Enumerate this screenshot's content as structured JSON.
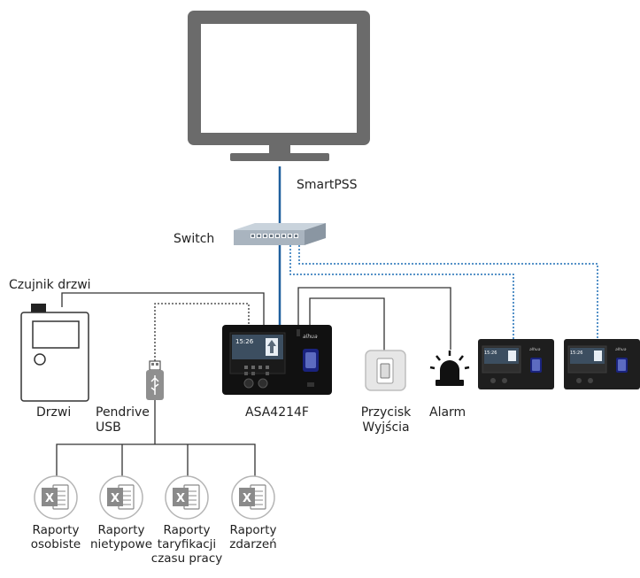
{
  "labels": {
    "smartpss": "SmartPSS",
    "switch": "Switch",
    "door_sensor": "Czujnik drzwi",
    "door": "Drzwi",
    "pendrive_line1": "Pendrive",
    "pendrive_line2": "USB",
    "device": "ASA4214F",
    "exit_button_line1": "Przycisk",
    "exit_button_line2": "Wyjścia",
    "alarm": "Alarm"
  },
  "device_screen_time": "15:26",
  "brand": "alhua",
  "excel_icon_letter": "X",
  "reports": [
    {
      "line1": "Raporty",
      "line2": "osobiste",
      "line3": ""
    },
    {
      "line1": "Raporty",
      "line2": "nietypowe",
      "line3": ""
    },
    {
      "line1": "Raporty",
      "line2": "taryfikacji",
      "line3": "czasu pracy"
    },
    {
      "line1": "Raporty",
      "line2": "zdarzeń",
      "line3": ""
    }
  ],
  "colors": {
    "network_line": "#1f5f9e",
    "dotted_line": "#1f6fb5",
    "wire": "#333333",
    "excel_grey": "#8a8a8a",
    "device_body": "#111111"
  }
}
